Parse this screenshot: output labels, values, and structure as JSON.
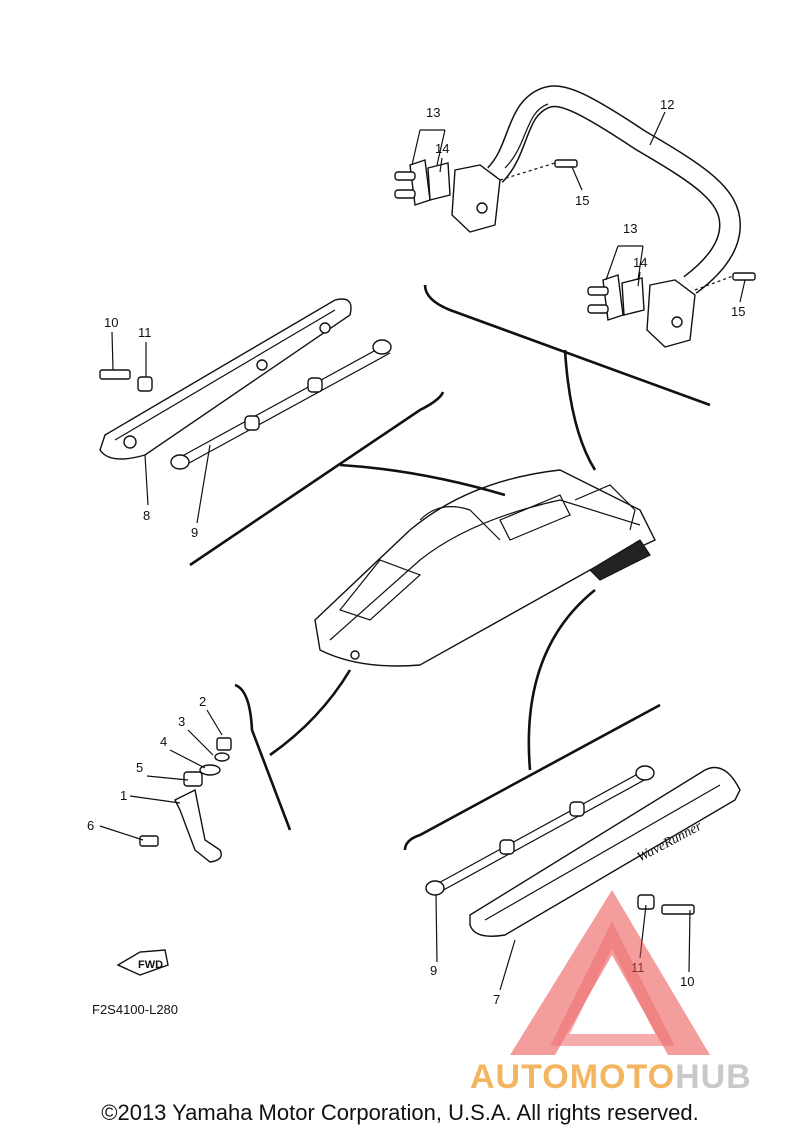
{
  "diagram": {
    "code": "F2S4100-L280",
    "fwd_label": "FWD",
    "brand_text": "WaveRunner",
    "callouts": [
      "1",
      "2",
      "3",
      "4",
      "5",
      "6",
      "7",
      "8",
      "9",
      "9",
      "10",
      "10",
      "11",
      "11",
      "12",
      "13",
      "13",
      "14",
      "14",
      "15",
      "15"
    ]
  },
  "watermark": {
    "part1": "AUTOMOTO",
    "part2": "HUB",
    "color_red": "#e94545",
    "color_orange": "#f4b560",
    "color_gray": "#c9c9c9"
  },
  "footer": {
    "copyright": "©2013 Yamaha Motor Corporation, U.S.A. All rights reserved."
  }
}
